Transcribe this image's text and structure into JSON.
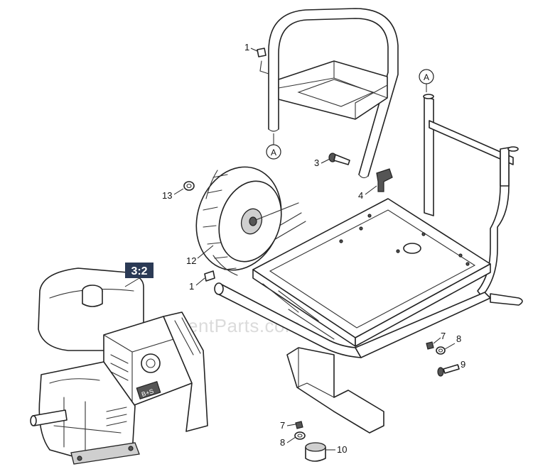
{
  "diagram": {
    "watermark": "eReplacementParts.com",
    "section_label": "3:2",
    "engine_brand_mark": "B+S",
    "ref_marker": "A",
    "callouts": [
      {
        "id": "c1a",
        "label": "1"
      },
      {
        "id": "c1b",
        "label": "1"
      },
      {
        "id": "c3",
        "label": "3"
      },
      {
        "id": "c4",
        "label": "4"
      },
      {
        "id": "c7a",
        "label": "7"
      },
      {
        "id": "c7b",
        "label": "7"
      },
      {
        "id": "c8a",
        "label": "8"
      },
      {
        "id": "c8b",
        "label": "8"
      },
      {
        "id": "c9",
        "label": "9"
      },
      {
        "id": "c10",
        "label": "10"
      },
      {
        "id": "c12",
        "label": "12"
      },
      {
        "id": "c13",
        "label": "13"
      }
    ]
  }
}
